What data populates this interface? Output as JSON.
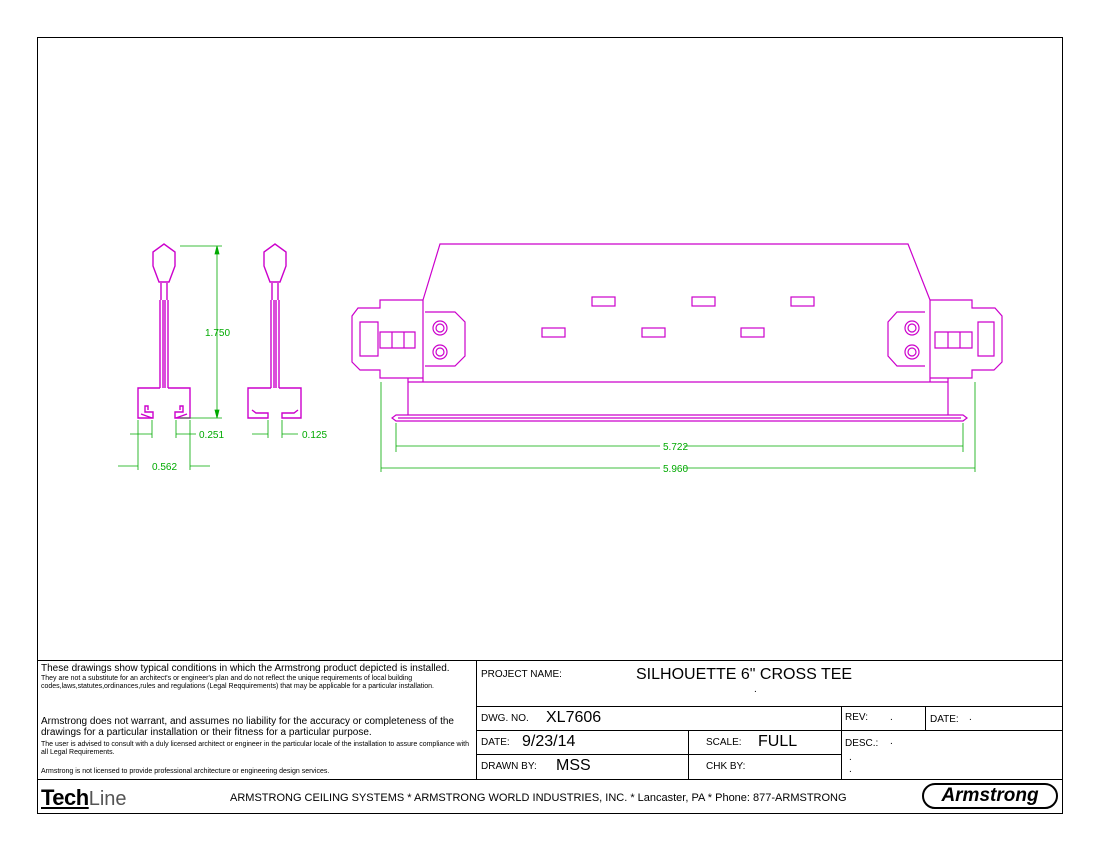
{
  "dimensions": {
    "height": "1.750",
    "flange_gap": "0.251",
    "flange_width": "0.562",
    "bulb_gap": "0.125",
    "inner_length": "5.722",
    "overall_length": "5.960"
  },
  "disclaimer": {
    "para1_lead": "These drawings show typical conditions in which the Armstrong product depicted is installed.",
    "para1_small": "They are not a substitute for an architect's or engineer's plan and do not reflect the unique requirements of local building codes,laws,statutes,ordinances,rules and regulations (Legal Reqquirements) that may be applicable for a particular installation.",
    "para2_lead": "Armstrong does not warrant, and assumes no liability for the accuracy or completeness of the drawings for a particular installation or their fitness for a particular purpose.",
    "para2_small": "The user is  advised to consult with a duly licensed architect or engineer in the particular locale of the installation to assure  compliance with all Legal Requirements.",
    "para3": "Armstrong is not licensed to provide professional architecture or engineering design services."
  },
  "title_block": {
    "project_name_label": "PROJECT NAME:",
    "project_name": "SILHOUETTE 6\" CROSS TEE",
    "project_sub": ".",
    "dwg_no_label": "DWG. NO.",
    "dwg_no": "XL7606",
    "rev_label": "REV:",
    "rev": ".",
    "date_right_label": "DATE:",
    "date_right": ".",
    "date_label": "DATE:",
    "date": "9/23/14",
    "scale_label": "SCALE:",
    "scale": "FULL",
    "desc_label": "DESC.:",
    "desc": ".",
    "drawn_by_label": "DRAWN BY:",
    "drawn_by": "MSS",
    "chk_by_label": "CHK BY:",
    "chk_by": "",
    "desc_extra": "."
  },
  "footer": {
    "logo_left_bold": "Tech",
    "logo_left_light": "Line",
    "company_line": "ARMSTRONG CEILING SYSTEMS * ARMSTRONG WORLD INDUSTRIES, INC. * Lancaster, PA * Phone: 877-ARMSTRONG",
    "logo_right": "Armstrong"
  },
  "colors": {
    "part": "#cc00cc",
    "dimension": "#00aa00",
    "border": "#000000"
  }
}
